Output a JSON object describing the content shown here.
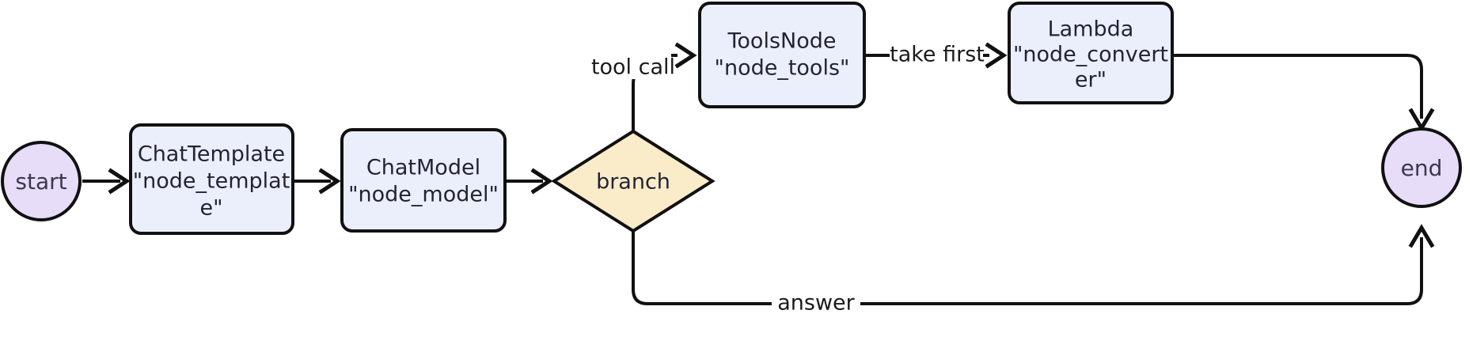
{
  "diagram": {
    "type": "flowchart",
    "orientation": "left-to-right",
    "background": "#ffffff",
    "colors": {
      "terminal_fill": "#e7ddf8",
      "process_fill": "#eaeffb",
      "decision_fill": "#faecc8",
      "stroke": "#111111",
      "text": "#242336",
      "label_text": "#1b1b1b"
    },
    "nodes": [
      {
        "id": "start",
        "shape": "circle",
        "label": "start",
        "lines": [
          "start"
        ],
        "fill": "#e7ddf8"
      },
      {
        "id": "node_template",
        "shape": "rounded-rect",
        "label": "ChatTemplate \"node_template\"",
        "lines": [
          "ChatTemplate",
          "\"node_templat",
          "e\""
        ],
        "fill": "#eaeffb"
      },
      {
        "id": "node_model",
        "shape": "rounded-rect",
        "label": "ChatModel \"node_model\"",
        "lines": [
          "ChatModel",
          "\"node_model\""
        ],
        "fill": "#eaeffb"
      },
      {
        "id": "branch",
        "shape": "diamond",
        "label": "branch",
        "lines": [
          "branch"
        ],
        "fill": "#faecc8"
      },
      {
        "id": "node_tools",
        "shape": "rounded-rect",
        "label": "ToolsNode \"node_tools\"",
        "lines": [
          "ToolsNode",
          "\"node_tools\""
        ],
        "fill": "#eaeffb"
      },
      {
        "id": "node_converter",
        "shape": "rounded-rect",
        "label": "Lambda \"node_converter\"",
        "lines": [
          "Lambda",
          "\"node_convert",
          "er\""
        ],
        "fill": "#eaeffb"
      },
      {
        "id": "end",
        "shape": "circle",
        "label": "end",
        "lines": [
          "end"
        ],
        "fill": "#e7ddf8"
      }
    ],
    "edges": [
      {
        "id": "e1",
        "from": "start",
        "to": "node_template",
        "label": ""
      },
      {
        "id": "e2",
        "from": "node_template",
        "to": "node_model",
        "label": ""
      },
      {
        "id": "e3",
        "from": "node_model",
        "to": "branch",
        "label": ""
      },
      {
        "id": "e4",
        "from": "branch",
        "to": "node_tools",
        "label": "tool call"
      },
      {
        "id": "e5",
        "from": "node_tools",
        "to": "node_converter",
        "label": "take first"
      },
      {
        "id": "e6",
        "from": "node_converter",
        "to": "end",
        "label": ""
      },
      {
        "id": "e7",
        "from": "branch",
        "to": "end",
        "label": "answer"
      }
    ]
  }
}
